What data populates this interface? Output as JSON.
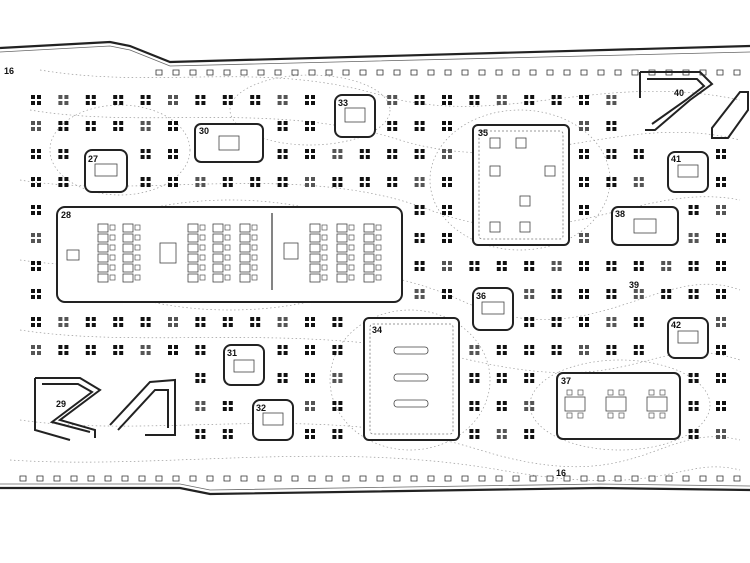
{
  "plan": {
    "colors": {
      "ink": "#222222",
      "dots": "#1a1a1a",
      "contour": "#9a9a9a",
      "paper": "#ffffff"
    },
    "labels": {
      "l16a": "16",
      "l16b": "16",
      "l27": "27",
      "l28": "28",
      "l29": "29",
      "l30": "30",
      "l31": "31",
      "l32": "32",
      "l33": "33",
      "l34": "34",
      "l35": "35",
      "l36": "36",
      "l37": "37",
      "l38": "38",
      "l39": "39",
      "l40": "40",
      "l41": "41",
      "l42": "42"
    }
  }
}
